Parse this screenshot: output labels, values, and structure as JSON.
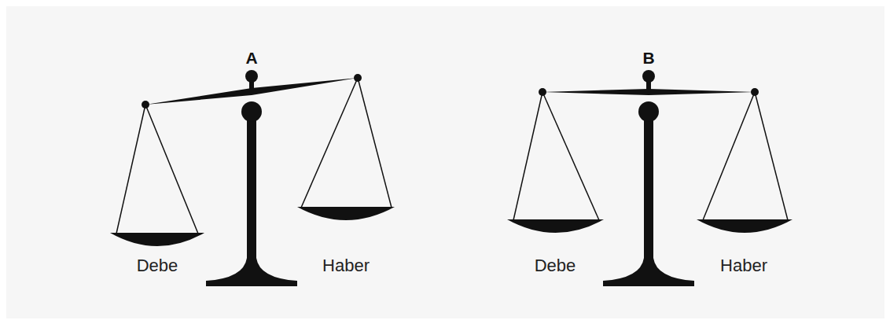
{
  "diagram": {
    "labels": [
      "A",
      "Debe",
      "Haber",
      "B",
      "Debe",
      "Haber"
    ]
  }
}
